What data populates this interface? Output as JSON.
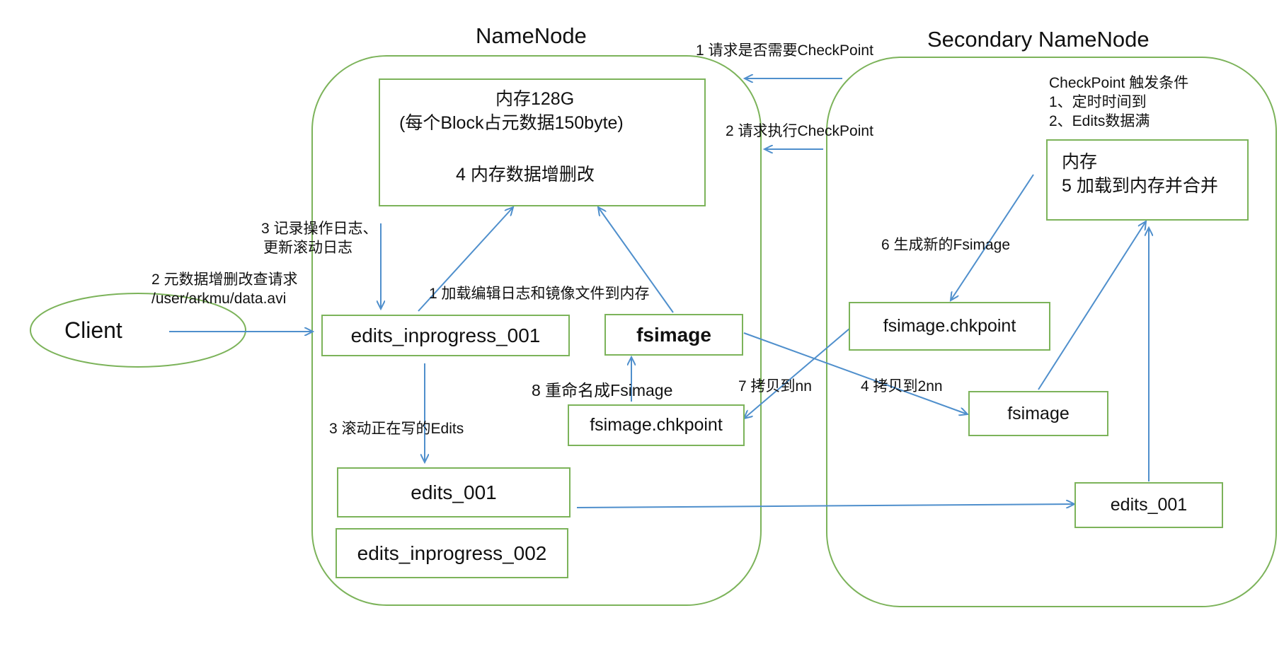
{
  "namenode": {
    "title": "NameNode",
    "memory_line1": "内存128G",
    "memory_line2": "(每个Block占元数据150byte)",
    "memory_line3": "4 内存数据增删改",
    "edits_inprogress_001": "edits_inprogress_001",
    "fsimage": "fsimage",
    "fsimage_chkpoint": "fsimage.chkpoint",
    "edits_001": "edits_001",
    "edits_inprogress_002": "edits_inprogress_002"
  },
  "secondary": {
    "title": "Secondary NameNode",
    "trigger_title": "CheckPoint 触发条件",
    "trigger_1": "1、定时时间到",
    "trigger_2": "2、Edits数据满",
    "memory_line1": "内存",
    "memory_line2": "5 加载到内存并合并",
    "fsimage_chkpoint": "fsimage.chkpoint",
    "fsimage": "fsimage",
    "edits_001": "edits_001"
  },
  "client": {
    "label": "Client"
  },
  "edge_labels": {
    "request_checkpoint": "1 请求是否需要CheckPoint",
    "execute_checkpoint": "2 请求执行CheckPoint",
    "log_line1": "3 记录操作日志、",
    "log_line2": "更新滚动日志",
    "client_req_line1": "2 元数据增删改查请求",
    "client_req_line2": "/user/arkmu/data.avi",
    "load_edits_image": "1 加载编辑日志和镜像文件到内存",
    "roll_edits": "3 滚动正在写的Edits",
    "rename_fsimage": "8 重命名成Fsimage",
    "copy_to_nn": "7 拷贝到nn",
    "copy_to_2nn": "4 拷贝到2nn",
    "generate_fsimage": "6 生成新的Fsimage"
  },
  "colors": {
    "container": "#7cb35a",
    "arrow": "#4f8fcc",
    "text": "#111111"
  }
}
